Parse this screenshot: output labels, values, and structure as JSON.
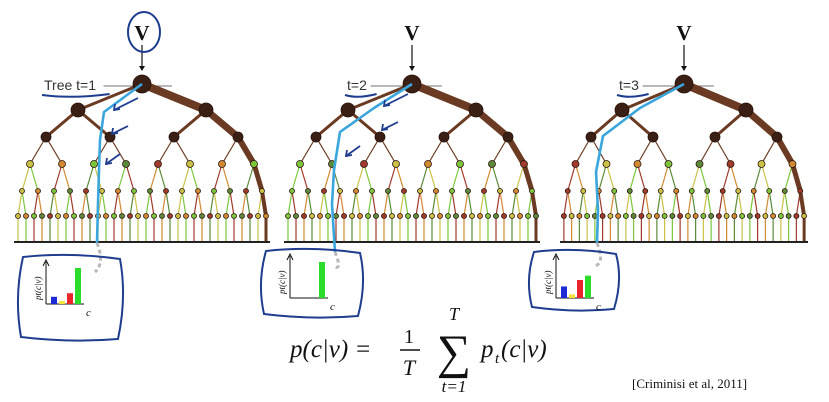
{
  "input_symbol": "V",
  "trees": [
    {
      "label": "Tree t=1",
      "histogram": {
        "values": [
          0.2,
          0.08,
          0.3,
          1.0
        ],
        "colors": [
          "#1c2bd6",
          "#f2e23a",
          "#e8262c",
          "#2bdc2b"
        ]
      }
    },
    {
      "label": "t=2",
      "histogram": {
        "values": [
          0,
          0,
          0,
          1.0
        ],
        "colors": [
          "#1c2bd6",
          "#f2e23a",
          "#e8262c",
          "#2bdc2b"
        ]
      }
    },
    {
      "label": "t=3",
      "histogram": {
        "values": [
          0.32,
          0.1,
          0.5,
          0.62
        ],
        "colors": [
          "#1c2bd6",
          "#f2e23a",
          "#e8262c",
          "#2bdc2b"
        ]
      }
    }
  ],
  "histogram_axis": {
    "ylabel": "pt(c|v)",
    "xlabel": "c"
  },
  "formula": {
    "lhs": "p(c|v) =",
    "frac_num": "1",
    "frac_den": "T",
    "sum_top": "T",
    "sum_symbol": "∑",
    "sum_bottom": "t=1",
    "rhs": "p",
    "rhs_sub": "t",
    "rhs_tail": "(c|v)"
  },
  "citation": "[Criminisi et al, 2011]",
  "colors": {
    "branch": "#6b3a22",
    "path": "#3aa6dc",
    "annotation_ink": "#1f3d8f",
    "leaf_palette": [
      "#c9c247",
      "#7cc63b",
      "#a03a2c",
      "#d28a32",
      "#5c8a3a"
    ]
  }
}
